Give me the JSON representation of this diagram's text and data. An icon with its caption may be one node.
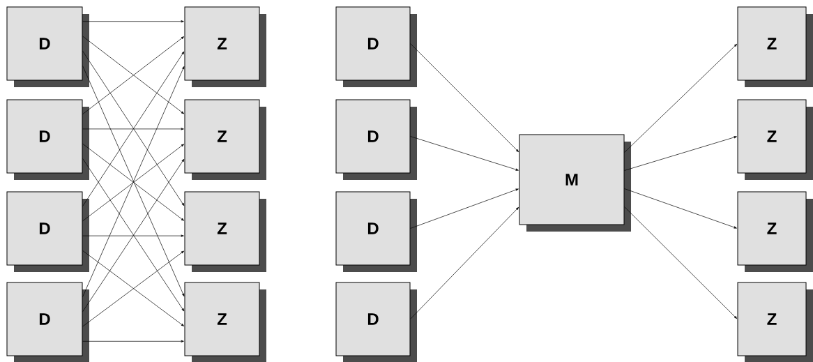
{
  "diagram": {
    "nodes": [
      {
        "text": [
          "D"
        ]
      },
      {
        "text": [
          "D"
        ]
      },
      {
        "text": [
          "D"
        ]
      },
      {
        "text": [
          "D"
        ]
      },
      {
        "text": [
          "Z"
        ]
      },
      {
        "text": [
          "Z"
        ]
      },
      {
        "text": [
          "Z"
        ]
      },
      {
        "text": [
          "Z"
        ]
      },
      {
        "text": [
          "D"
        ]
      },
      {
        "text": [
          "D"
        ]
      },
      {
        "text": [
          "D"
        ]
      },
      {
        "text": [
          "D"
        ]
      },
      {
        "text": [
          "M"
        ]
      },
      {
        "text": [
          "Z"
        ]
      },
      {
        "text": [
          "Z"
        ]
      },
      {
        "text": [
          "Z"
        ]
      },
      {
        "text": [
          "Z"
        ]
      }
    ],
    "edges": [
      {
        "from": 0,
        "to": 4,
        "arrow": "to"
      },
      {
        "from": 0,
        "to": 5,
        "arrow": "to"
      },
      {
        "from": 0,
        "to": 6,
        "arrow": "to"
      },
      {
        "from": 0,
        "to": 7,
        "arrow": "to"
      },
      {
        "from": 1,
        "to": 4,
        "arrow": "to"
      },
      {
        "from": 1,
        "to": 5,
        "arrow": "to"
      },
      {
        "from": 1,
        "to": 6,
        "arrow": "to"
      },
      {
        "from": 1,
        "to": 7,
        "arrow": "to"
      },
      {
        "from": 2,
        "to": 4,
        "arrow": "to"
      },
      {
        "from": 2,
        "to": 5,
        "arrow": "to"
      },
      {
        "from": 2,
        "to": 6,
        "arrow": "to"
      },
      {
        "from": 2,
        "to": 7,
        "arrow": "to"
      },
      {
        "from": 3,
        "to": 4,
        "arrow": "to"
      },
      {
        "from": 3,
        "to": 5,
        "arrow": "to"
      },
      {
        "from": 3,
        "to": 6,
        "arrow": "to"
      },
      {
        "from": 3,
        "to": 7,
        "arrow": "to"
      },
      {
        "from": 8,
        "to": 12,
        "arrow": "to"
      },
      {
        "from": 9,
        "to": 12,
        "arrow": "to"
      },
      {
        "from": 10,
        "to": 12,
        "arrow": "to"
      },
      {
        "from": 11,
        "to": 12,
        "arrow": "to"
      },
      {
        "from": 12,
        "to": 13,
        "arrow": "to"
      },
      {
        "from": 12,
        "to": 14,
        "arrow": "to"
      },
      {
        "from": 12,
        "to": 15,
        "arrow": "to"
      },
      {
        "from": 12,
        "to": 16,
        "arrow": "to"
      }
    ]
  }
}
